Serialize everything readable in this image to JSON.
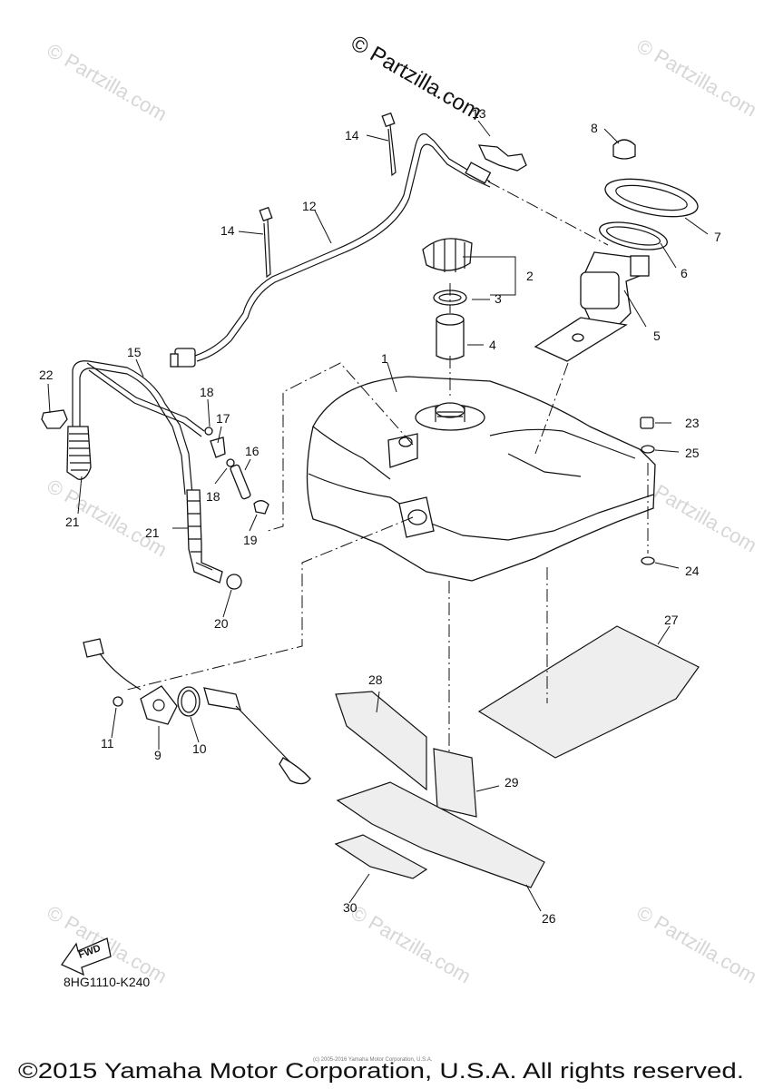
{
  "watermark": {
    "top_text": "© Partzilla.com",
    "repeat_text": "© Partzilla.com"
  },
  "callouts": {
    "c1": "1",
    "c2": "2",
    "c3": "3",
    "c4": "4",
    "c5": "5",
    "c6": "6",
    "c7": "7",
    "c8": "8",
    "c9": "9",
    "c10": "10",
    "c11": "11",
    "c12": "12",
    "c13": "13",
    "c14a": "14",
    "c14b": "14",
    "c15": "15",
    "c16": "16",
    "c17": "17",
    "c18a": "18",
    "c18b": "18",
    "c19": "19",
    "c20": "20",
    "c21a": "21",
    "c21b": "21",
    "c22": "22",
    "c23": "23",
    "c24": "24",
    "c25": "25",
    "c26": "26",
    "c27": "27",
    "c28": "28",
    "c29": "29",
    "c30": "30"
  },
  "fwd_label": "FWD",
  "diagram_code": "8HG1110-K240",
  "copyright": "©2015 Yamaha Motor Corporation, U.S.A. All rights reserved.",
  "fine_print": "(c) 2005-2016 Yamaha Motor Corporation, U.S.A."
}
